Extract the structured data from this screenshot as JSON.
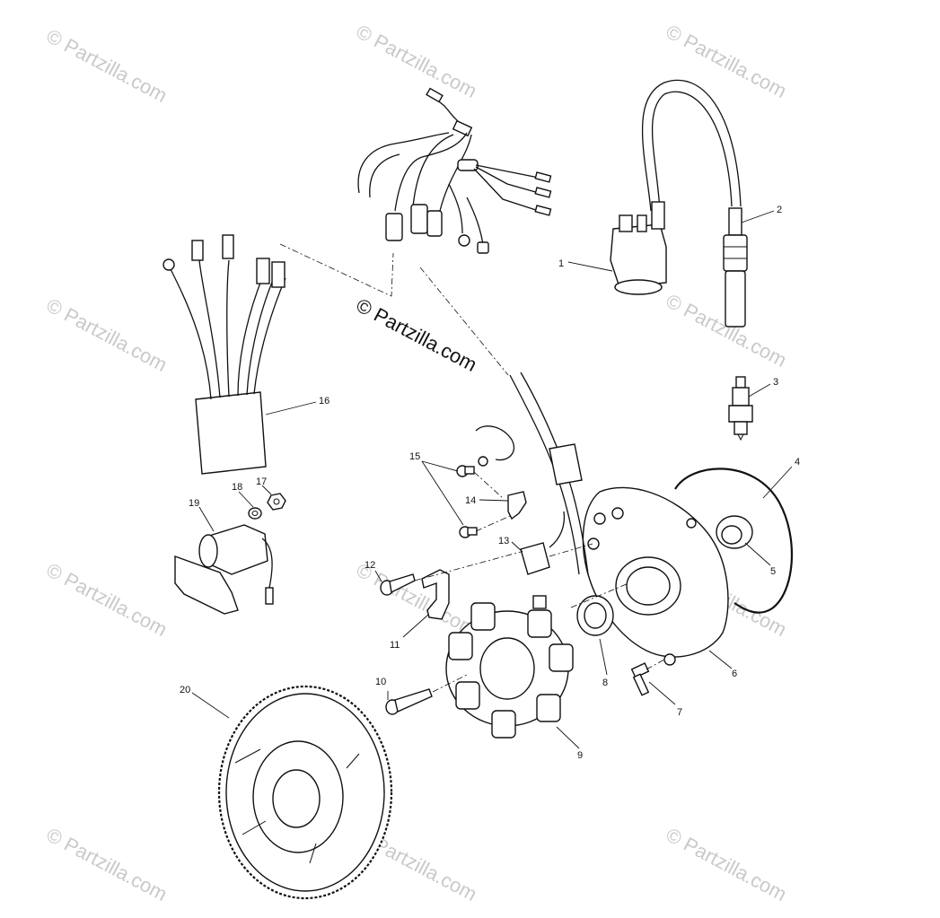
{
  "watermark": {
    "text": "© Partzilla.com",
    "center_text": "© Partzilla.com"
  },
  "callouts": {
    "c1": "1",
    "c2": "2",
    "c3": "3",
    "c4": "4",
    "c5": "5",
    "c6": "6",
    "c7": "7",
    "c8": "8",
    "c9": "9",
    "c10": "10",
    "c11": "11",
    "c12": "12",
    "c13": "13",
    "c14": "14",
    "c15": "15",
    "c16": "16",
    "c17": "17",
    "c18": "18",
    "c19": "19",
    "c20": "20"
  },
  "colors": {
    "line": "#111111",
    "watermark": "#c9c9c9",
    "background": "#ffffff"
  }
}
